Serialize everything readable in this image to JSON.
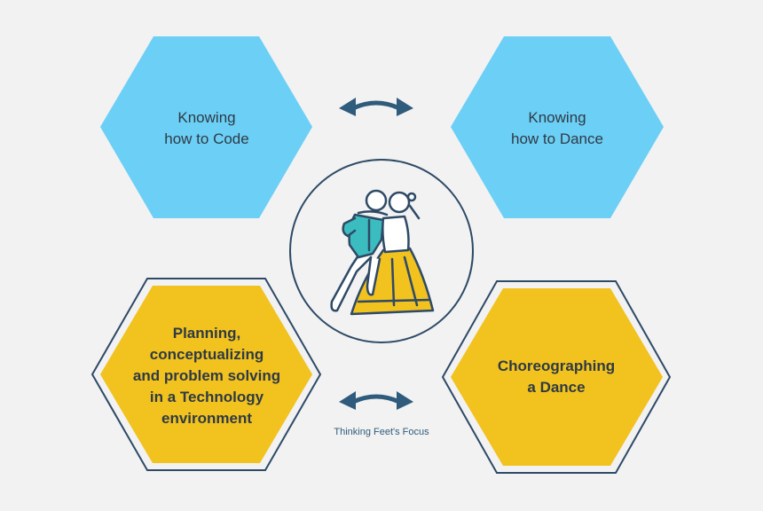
{
  "hexagons": {
    "code": {
      "line1": "Knowing",
      "line2": "how to Code"
    },
    "dance": {
      "line1": "Knowing",
      "line2": "how to Dance"
    },
    "planning": {
      "line1": "Planning,",
      "line2": "conceptualizing",
      "line3": "and problem solving",
      "line4": "in a Technology",
      "line5": "environment"
    },
    "choreo": {
      "line1": "Choreographing",
      "line2": "a Dance"
    }
  },
  "caption": "Thinking Feet's Focus",
  "colors": {
    "background": "#f2f2f2",
    "blue": "#6ccff6",
    "gold": "#f2c21e",
    "navy": "#2f5b7c",
    "outline": "#2e4a66"
  },
  "icons": [
    "double-arrow-icon",
    "dancing-couple-icon"
  ]
}
